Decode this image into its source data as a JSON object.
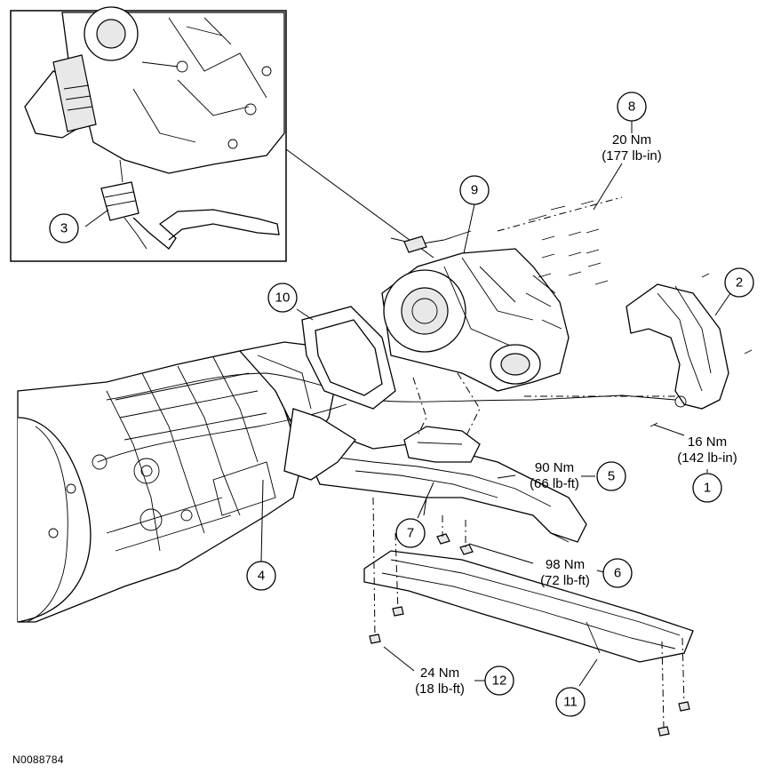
{
  "callouts": [
    {
      "num": "1"
    },
    {
      "num": "2"
    },
    {
      "num": "3"
    },
    {
      "num": "4"
    },
    {
      "num": "5"
    },
    {
      "num": "6"
    },
    {
      "num": "7"
    },
    {
      "num": "8"
    },
    {
      "num": "9"
    },
    {
      "num": "10"
    },
    {
      "num": "11"
    },
    {
      "num": "12"
    }
  ],
  "torques": {
    "item8": {
      "nm": "20 Nm",
      "alt": "(177 lb-in)"
    },
    "item1": {
      "nm": "16 Nm",
      "alt": "(142 lb-in)"
    },
    "item5": {
      "nm": "90 Nm",
      "alt": "(66 lb-ft)"
    },
    "item6": {
      "nm": "98 Nm",
      "alt": "(72 lb-ft)"
    },
    "item12": {
      "nm": "24 Nm",
      "alt": "(18 lb-ft)"
    }
  },
  "figure_ref": "N0088784"
}
